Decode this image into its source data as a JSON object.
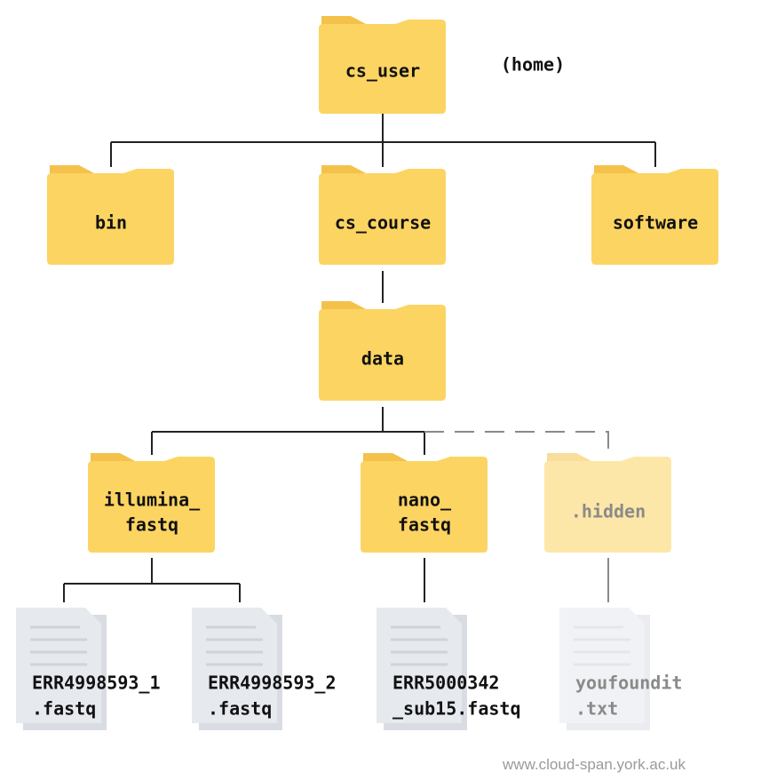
{
  "colors": {
    "folder": "#fcd462",
    "folder_tab": "#f4c24a",
    "folder_paper": "#e8ecf1",
    "folder_faded": "#fde8a8",
    "file": "#e6e9ee",
    "file_lines": "#cfd4da",
    "connector": "#222222",
    "connector_faded": "#8a8a8a"
  },
  "tree": {
    "root": {
      "label": "cs_user",
      "icon": "folder-icon"
    },
    "home_note": "(home)",
    "level1": [
      {
        "label": "bin",
        "icon": "folder-icon"
      },
      {
        "label": "cs_course",
        "icon": "folder-icon"
      },
      {
        "label": "software",
        "icon": "folder-icon"
      }
    ],
    "data_folder": {
      "label": "data",
      "icon": "folder-icon"
    },
    "level3": [
      {
        "line1": "illumina_",
        "line2": "fastq",
        "icon": "folder-icon"
      },
      {
        "line1": "nano_",
        "line2": "fastq",
        "icon": "folder-icon"
      },
      {
        "line1": ".hidden",
        "line2": "",
        "icon": "folder-icon",
        "hidden": true
      }
    ],
    "files": [
      {
        "line1": "ERR4998593_1",
        "line2": ".fastq",
        "icon": "file-icon"
      },
      {
        "line1": "ERR4998593_2",
        "line2": ".fastq",
        "icon": "file-icon"
      },
      {
        "line1": "ERR5000342",
        "line2": "_sub15.fastq",
        "icon": "file-icon"
      },
      {
        "line1": "youfoundit",
        "line2": ".txt",
        "icon": "file-icon",
        "hidden": true
      }
    ]
  },
  "credit": "www.cloud-span.york.ac.uk"
}
